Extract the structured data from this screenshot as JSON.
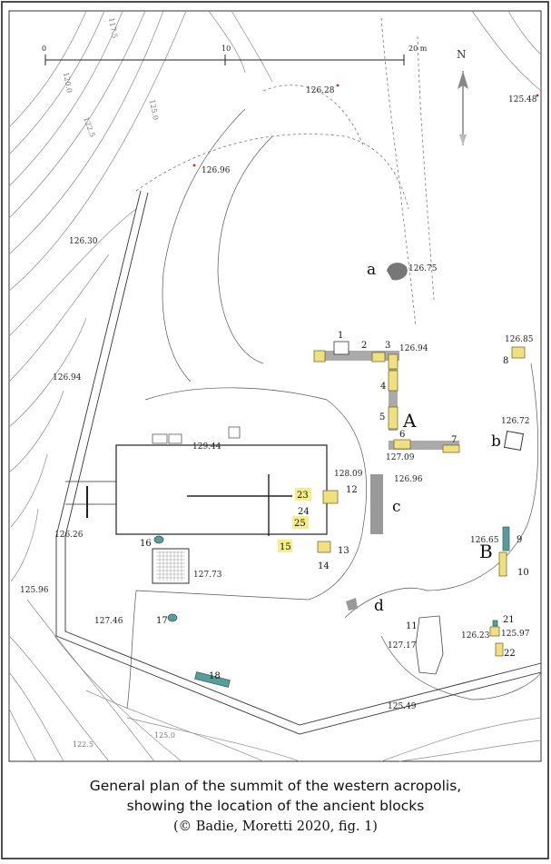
{
  "caption": {
    "line1": "General plan of the summit of the western acropolis,",
    "line2": "showing the location of the ancient blocks",
    "credit": "(© Badie, Moretti 2020, fig. 1)"
  },
  "scale": {
    "ticks": [
      "0",
      "10",
      "20 m"
    ]
  },
  "north": "N",
  "contours": [
    "120.0",
    "122.5",
    "125.0",
    "117.5",
    "125.0",
    "122.5"
  ],
  "elevations": [
    "126.28",
    "125.48",
    "126.96",
    "126.30",
    "126.75",
    "126.94",
    "126.85",
    "126.94",
    "126.72",
    "129.44",
    "127.09",
    "128.09",
    "126.96",
    "126.26",
    "126.65",
    "125.96",
    "127.73",
    "127.46",
    "127.17",
    "126.23",
    "125.97",
    "125.49"
  ],
  "letters": [
    "a",
    "A",
    "b",
    "c",
    "B",
    "d"
  ],
  "blocks": [
    "1",
    "2",
    "3",
    "4",
    "5",
    "6",
    "7",
    "8",
    "9",
    "10",
    "11",
    "12",
    "13",
    "14",
    "15",
    "16",
    "17",
    "18",
    "21",
    "22",
    "23",
    "24",
    "25"
  ],
  "colors": {
    "block_yellow": "#efe082",
    "block_teal": "#5a9c98",
    "wall_grey": "#9a9a9a",
    "highlight": "#f4ef8a"
  }
}
